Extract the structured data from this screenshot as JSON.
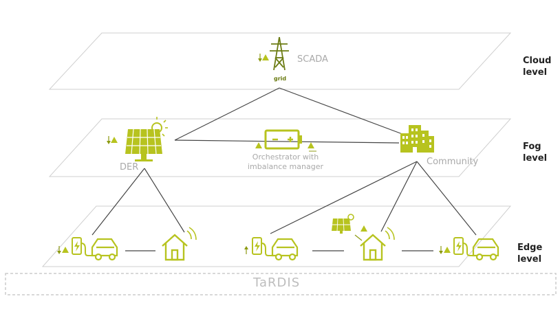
{
  "levels": {
    "cloud": "Cloud\nlevel",
    "fog": "Fog\nlevel",
    "edge": "Edge\nlevel"
  },
  "nodes": {
    "scada": "SCADA",
    "grid": "grid",
    "der": "DER",
    "orchestrator": "Orchestrator with\nimbalance manager",
    "community": "Community"
  },
  "platform": "TaRDIS",
  "colors": {
    "accent": "#b7c31f",
    "accent_dark": "#8c9a10",
    "line": "#444444",
    "plane_border": "#cfcfcf",
    "muted_text": "#a9a9a9"
  },
  "icons": [
    "transmission-tower-icon",
    "solar-panel-icon",
    "battery-icon",
    "buildings-icon",
    "ev-charger-icon",
    "car-icon",
    "smart-home-icon",
    "warning-icon",
    "arrow-icon"
  ]
}
